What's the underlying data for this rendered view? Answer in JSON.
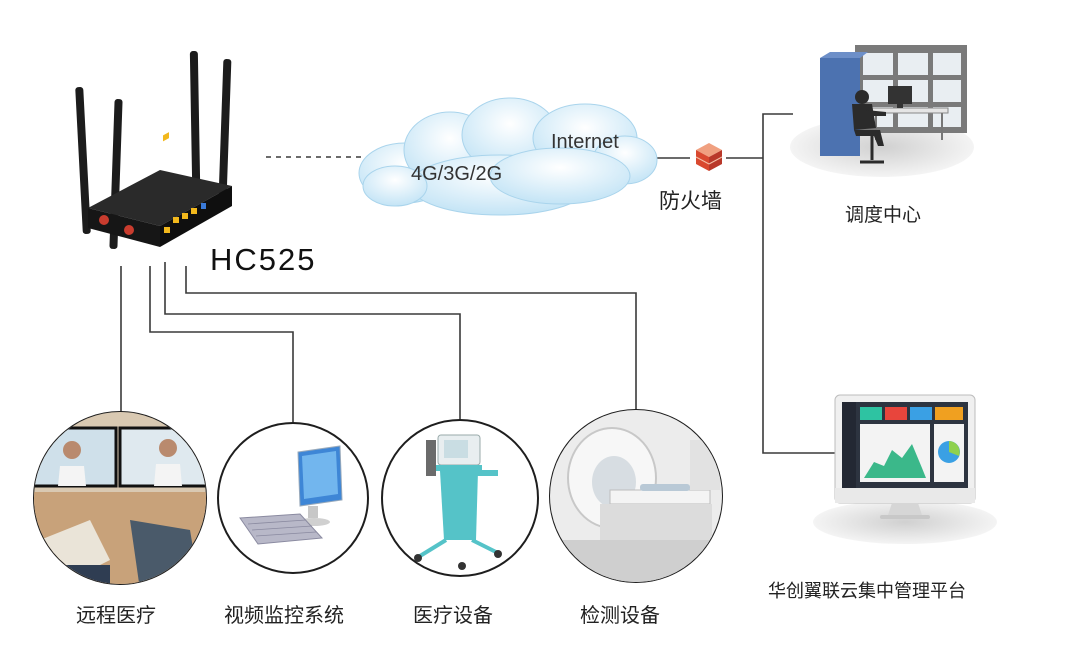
{
  "router": {
    "model": "HC525"
  },
  "cloud": {
    "internet": "Internet",
    "networks": "4G/3G/2G"
  },
  "firewall": {
    "label": "防火墙"
  },
  "dispatch_center": {
    "label": "调度中心"
  },
  "platform": {
    "label": "华创翼联云集中管理平台"
  },
  "devices": [
    {
      "label": "远程医疗"
    },
    {
      "label": "视频监控系统"
    },
    {
      "label": "医疗设备"
    },
    {
      "label": "检测设备"
    }
  ],
  "colors": {
    "line": "#3a3a3a",
    "cloud": "#cfe9f8",
    "firewall": "#d9492f",
    "router": "#1c1c1c",
    "port_yellow": "#f2b81c",
    "monitor_blue": "#4aa3e0",
    "cart_teal": "#55c3c8"
  }
}
